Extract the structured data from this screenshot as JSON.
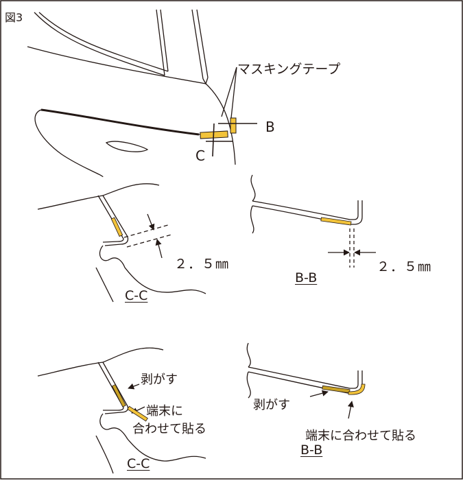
{
  "figure": {
    "label": "図3",
    "masking_tape_label": "マスキングテープ",
    "section_b_marker": "B",
    "section_c_marker": "C",
    "dim_gap_c": "２．５㎜",
    "dim_gap_b": "２．５㎜",
    "section_cc_title": "C-C",
    "section_bb_title": "B-B",
    "section_cc_title_2": "C-C",
    "section_bb_title_2": "B-B",
    "peel_label_c": "剥がす",
    "align_label_c_line1": "端末に",
    "align_label_c_line2": "合わせて貼る",
    "peel_label_b": "剥がす",
    "align_label_b": "端末に合わせて貼る"
  },
  "colors": {
    "tape": "#f2c33a",
    "tape_dark": "#c9a227",
    "line": "#231815",
    "background": "#ffffff"
  }
}
